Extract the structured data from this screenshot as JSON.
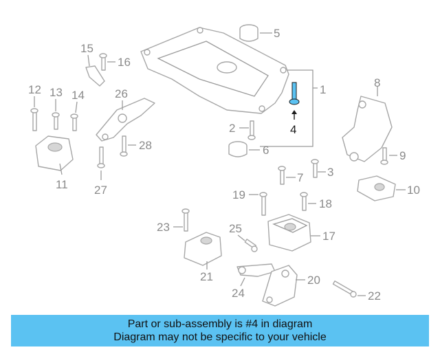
{
  "diagram": {
    "highlighted_part": "4",
    "highlight_color": "#5bc2f2",
    "callouts": [
      "1",
      "2",
      "3",
      "4",
      "5",
      "6",
      "7",
      "8",
      "9",
      "10",
      "11",
      "12",
      "13",
      "14",
      "15",
      "16",
      "17",
      "18",
      "19",
      "20",
      "21",
      "22",
      "23",
      "24",
      "25",
      "26",
      "27",
      "28"
    ]
  },
  "banner": {
    "line1": "Part or sub-assembly is #4 in diagram",
    "line2": "Diagram may not be specific to your vehicle"
  }
}
